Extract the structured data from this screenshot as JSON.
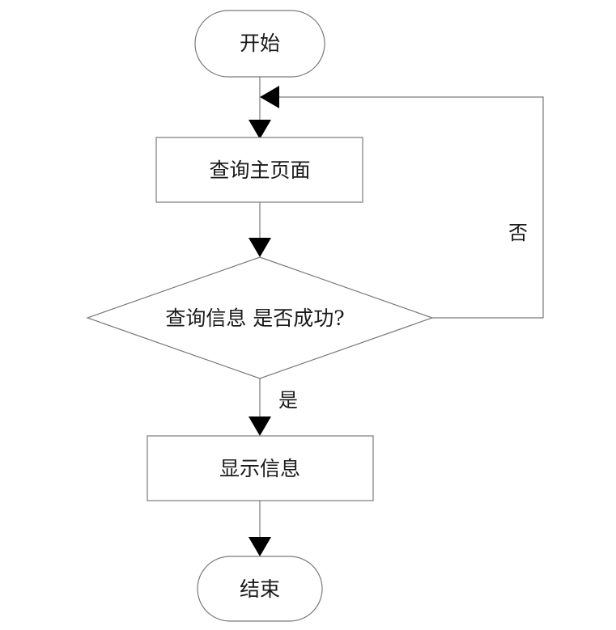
{
  "nodes": {
    "start": "开始",
    "query_home": "查询主页面",
    "decision": "查询信息 是否成功?",
    "show_info": "显示信息",
    "end": "结束"
  },
  "edges": {
    "yes": "是",
    "no": "否"
  }
}
